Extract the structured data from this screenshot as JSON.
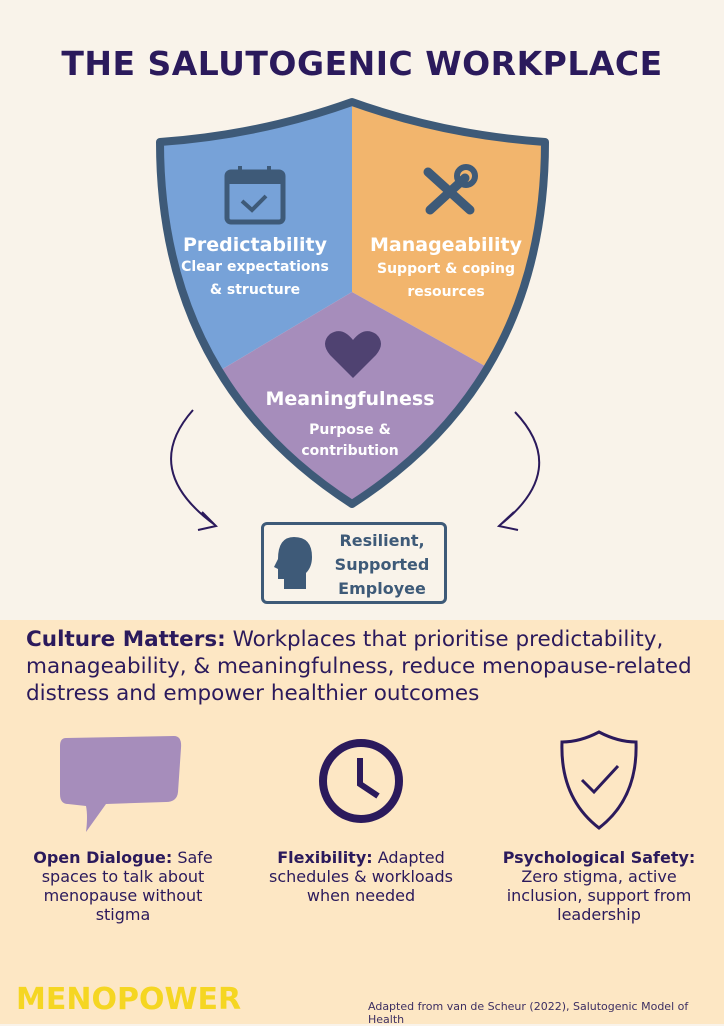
{
  "title": "THE SALUTOGENIC WORKPLACE",
  "segments": [
    {
      "heading": "Predictability",
      "line1": "Clear expectations",
      "line2": "& structure",
      "icon": "calendar-check-icon",
      "color": "#77a2d8"
    },
    {
      "heading": "Manageability",
      "line1": "Support & coping",
      "line2": "resources",
      "icon": "wrench-screwdriver-icon",
      "color": "#f2b56d"
    },
    {
      "heading": "Meaningfulness",
      "line1": "Purpose &",
      "line2": "contribution",
      "icon": "heart-icon",
      "color": "#a68dbb"
    }
  ],
  "outcome": {
    "line1": "Resilient,",
    "line2": "Supported",
    "line3": "Employee",
    "icon": "head-icon"
  },
  "culture": {
    "label": "Culture Matters:",
    "text": " Workplaces that prioritise predictability, manageability, & meaningfulness, reduce menopause-related distress and empower healthier outcomes"
  },
  "features": [
    {
      "label": "Open Dialogue:",
      "text": " Safe spaces to talk about menopause without stigma",
      "icon": "speech-bubble-icon"
    },
    {
      "label": "Flexibility:",
      "text": " Adapted schedules & workloads when needed",
      "icon": "clock-icon"
    },
    {
      "label": "Psychological Safety:",
      "text": " Zero stigma, active inclusion, support from leadership",
      "icon": "shield-check-icon"
    }
  ],
  "logo": "MENOPOWER",
  "credit": "Adapted from van de Scheur (2022), Salutogenic Model of Health"
}
